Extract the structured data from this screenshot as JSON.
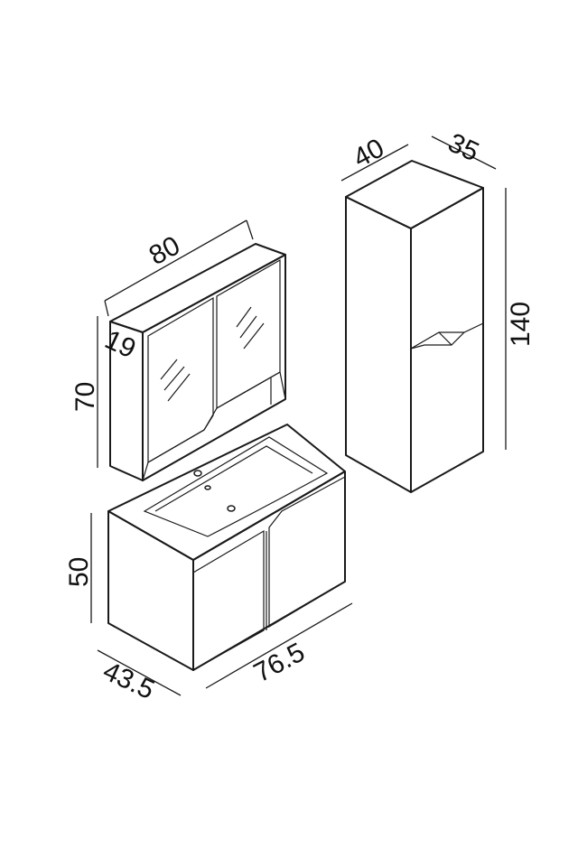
{
  "dimensions": {
    "mirror_width": "80",
    "mirror_depth": "19",
    "mirror_height": "70",
    "tall_width": "40",
    "tall_depth": "35",
    "tall_height": "140",
    "vanity_height": "50",
    "vanity_width": "76.5",
    "vanity_depth": "43.5"
  },
  "colors": {
    "line": "#1a1a1a",
    "background": "#ffffff"
  }
}
